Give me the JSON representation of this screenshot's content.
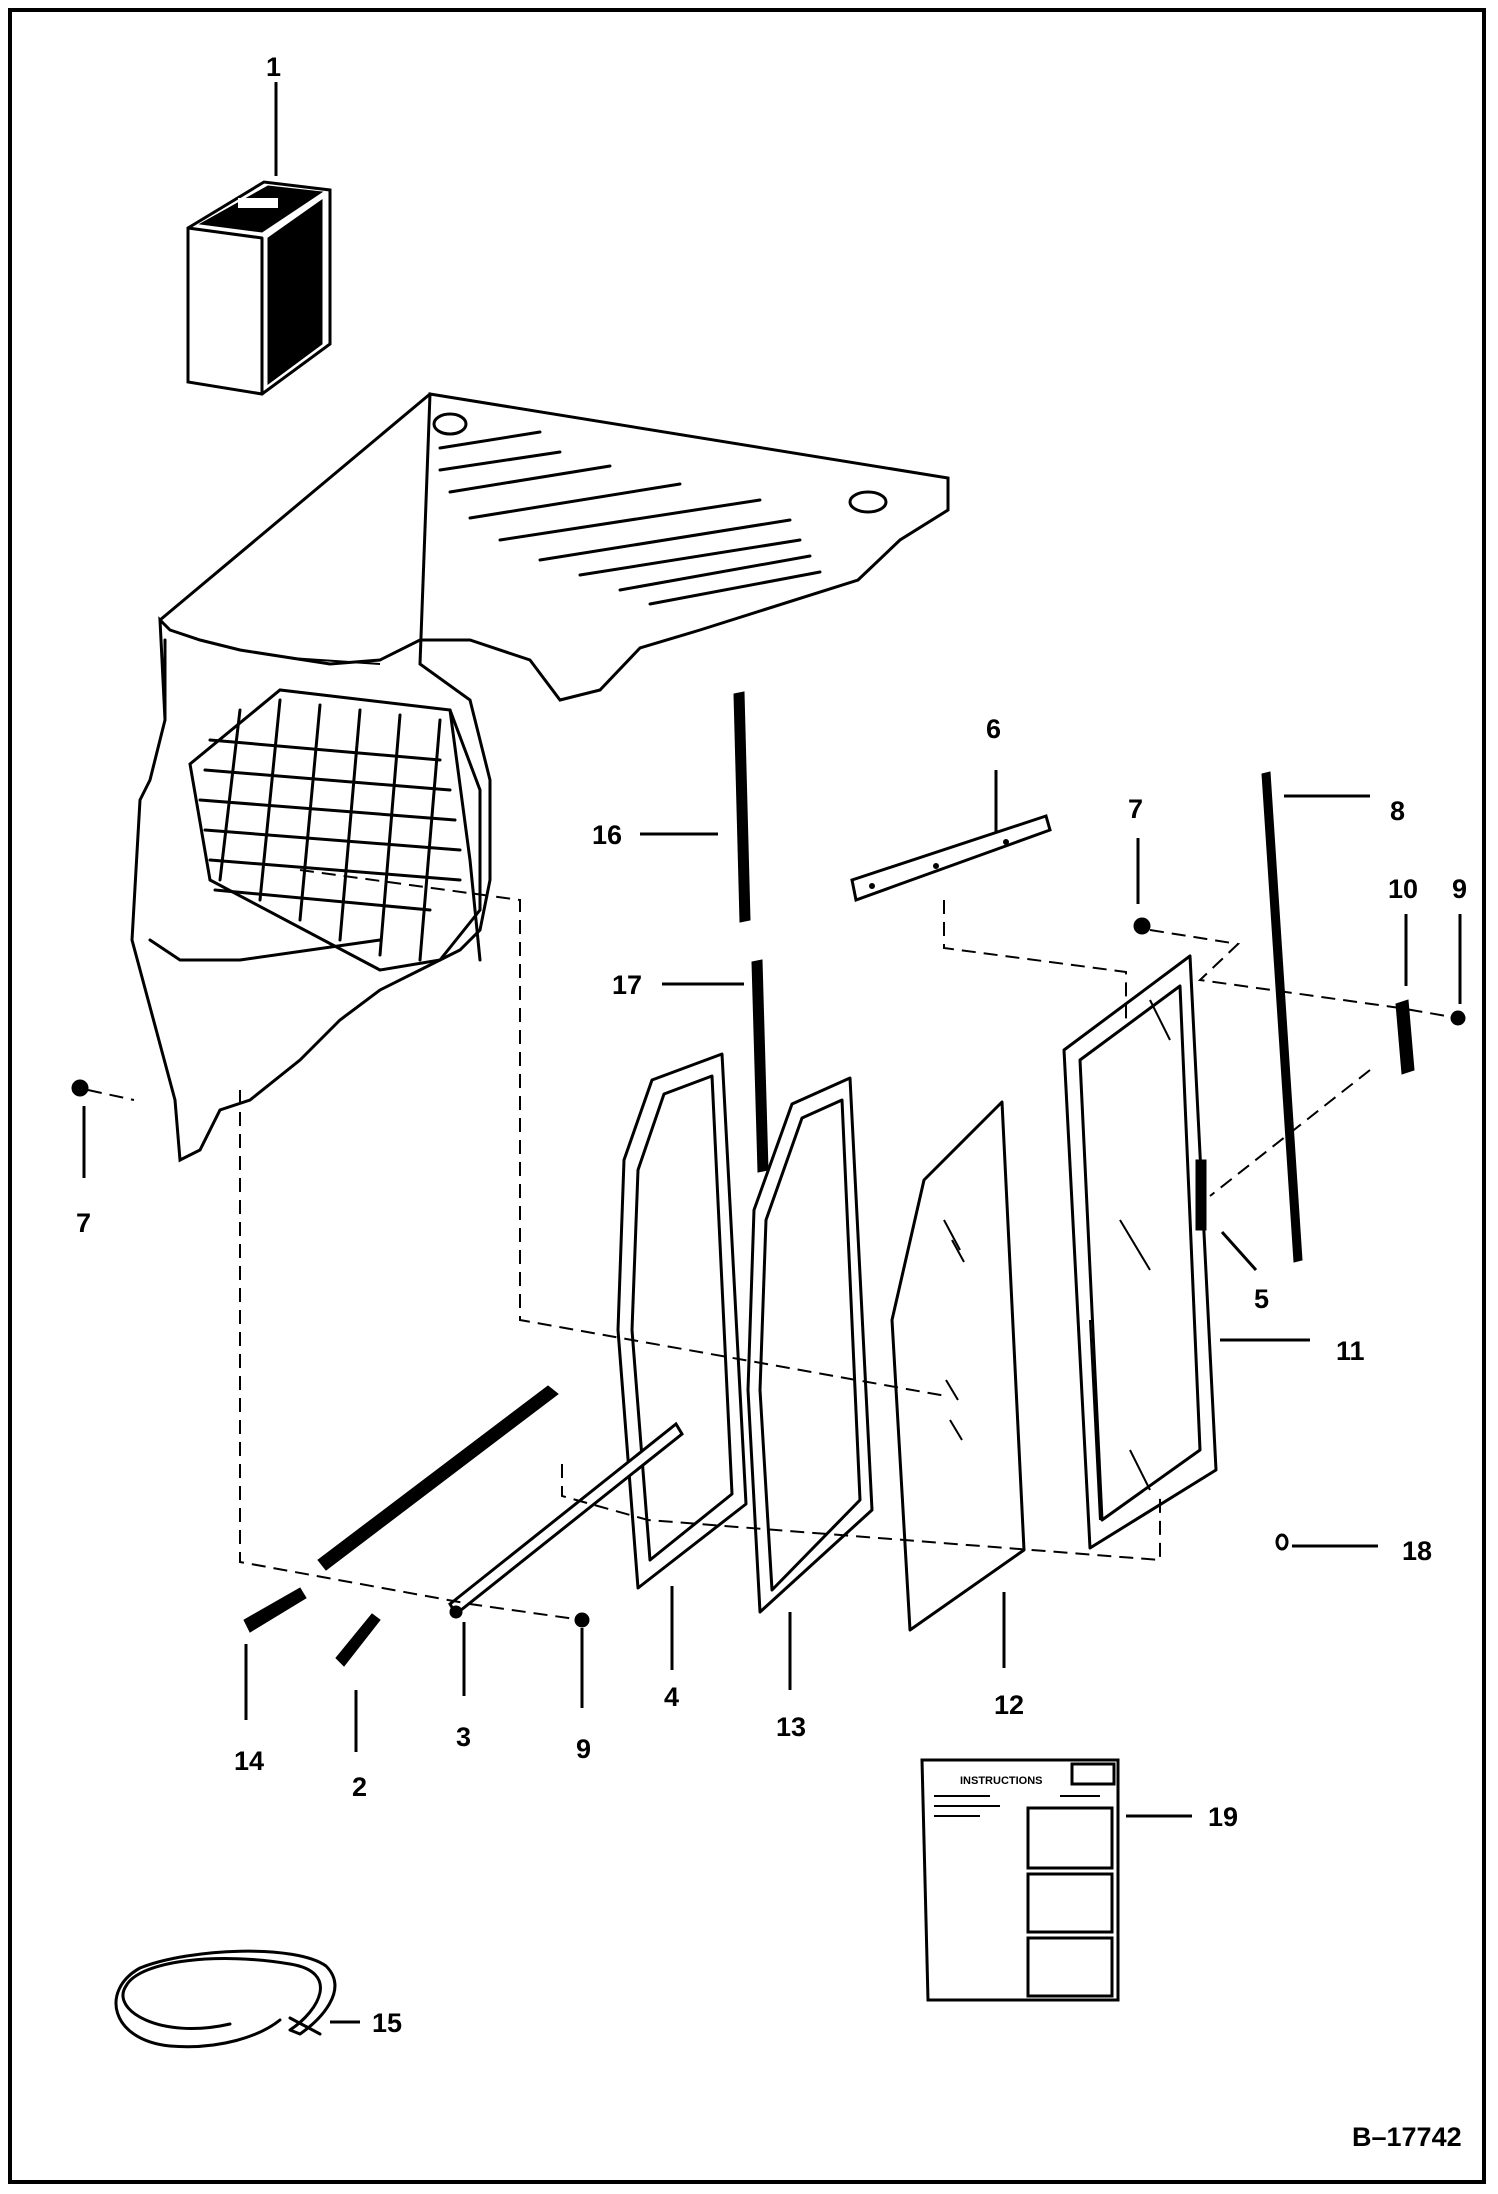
{
  "diagram": {
    "drawing_number": "B–17742",
    "callouts": {
      "c1": "1",
      "c2": "2",
      "c3": "3",
      "c4": "4",
      "c5": "5",
      "c6": "6",
      "c7a": "7",
      "c7b": "7",
      "c8": "8",
      "c9a": "9",
      "c9b": "9",
      "c10": "10",
      "c11": "11",
      "c12": "12",
      "c13": "13",
      "c14": "14",
      "c15": "15",
      "c16": "16",
      "c17": "17",
      "c18": "18",
      "c19": "19"
    },
    "instruction_sheet_title": "INSTRUCTIONS"
  }
}
